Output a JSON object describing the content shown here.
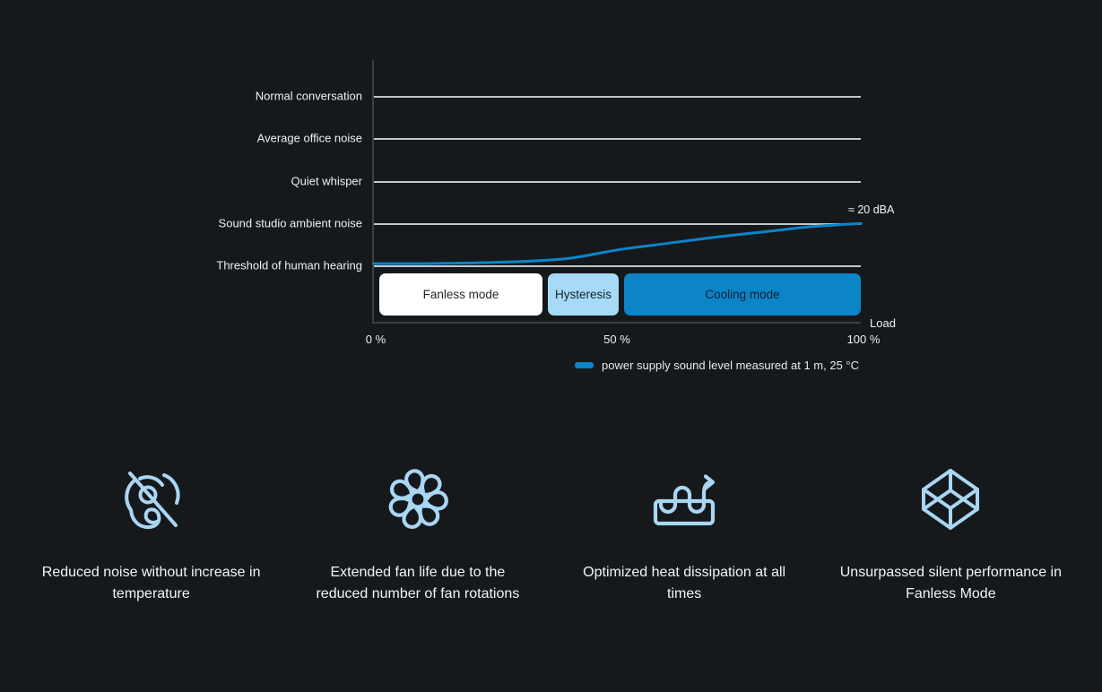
{
  "colors": {
    "background": "#15191c",
    "accent_blue": "#0c84c8",
    "light_blue_zone": "#a7daf6",
    "icon_blue": "#a9d6f2",
    "gridline": "#d3d6d8",
    "axis": "#3b4046"
  },
  "chart": {
    "y_labels": [
      "Normal conversation",
      "Average office noise",
      "Quiet whisper",
      "Sound studio ambient noise",
      "Threshold of human hearing"
    ],
    "x_ticks": [
      "0 %",
      "50 %",
      "100 %"
    ],
    "x_axis_label": "Load",
    "annotation": "≈ 20 dBA",
    "legend_label": "power supply sound level measured at 1 m, 25 °C",
    "zones": [
      {
        "label": "Fanless mode"
      },
      {
        "label": "Hysteresis"
      },
      {
        "label": "Cooling mode"
      }
    ]
  },
  "chart_data": {
    "type": "line",
    "xlabel": "Load",
    "x_unit": "%",
    "x_range": [
      0,
      100
    ],
    "x_tick_labels": [
      "0 %",
      "50 %",
      "100 %"
    ],
    "y_reference_lines_top_to_bottom": [
      "Normal conversation",
      "Average office noise",
      "Quiet whisper",
      "Sound studio ambient noise",
      "Threshold of human hearing"
    ],
    "y_unit": "dBA",
    "y_scale_note": "Threshold of human hearing ≈ 0 dBA, Sound studio ambient noise ≈ 20 dBA",
    "grid": "horizontal",
    "legend_position": "bottom-right",
    "series": [
      {
        "name": "power supply sound level measured at 1 m, 25 °C",
        "color": "#0c84c8",
        "x": [
          0,
          10,
          20,
          30,
          40,
          50,
          60,
          70,
          80,
          90,
          100
        ],
        "y_dBA": [
          1,
          1,
          1.3,
          2,
          3.5,
          7.5,
          10.5,
          13.5,
          16,
          18.5,
          20
        ]
      }
    ],
    "annotations": [
      {
        "text": "≈ 20 dBA",
        "x": 100,
        "y_dBA": 20
      }
    ],
    "zones": [
      {
        "label": "Fanless mode",
        "x_start": 0,
        "x_end": 35,
        "color": "#ffffff"
      },
      {
        "label": "Hysteresis",
        "x_start": 36,
        "x_end": 50,
        "color": "#a7daf6"
      },
      {
        "label": "Cooling mode",
        "x_start": 51,
        "x_end": 100,
        "color": "#0c84c8"
      }
    ]
  },
  "features": [
    {
      "icon": "ear-slash-icon",
      "lines": [
        "Reduced noise without increase in",
        "temperature"
      ]
    },
    {
      "icon": "fan-icon",
      "lines": [
        "Extended fan life due to the",
        "reduced number of fan rotations"
      ]
    },
    {
      "icon": "heat-dissipation-icon",
      "lines": [
        "Optimized heat dissipation at all",
        "times"
      ]
    },
    {
      "icon": "cube-icon",
      "lines": [
        "Unsurpassed silent performance in",
        "Fanless Mode"
      ]
    }
  ]
}
